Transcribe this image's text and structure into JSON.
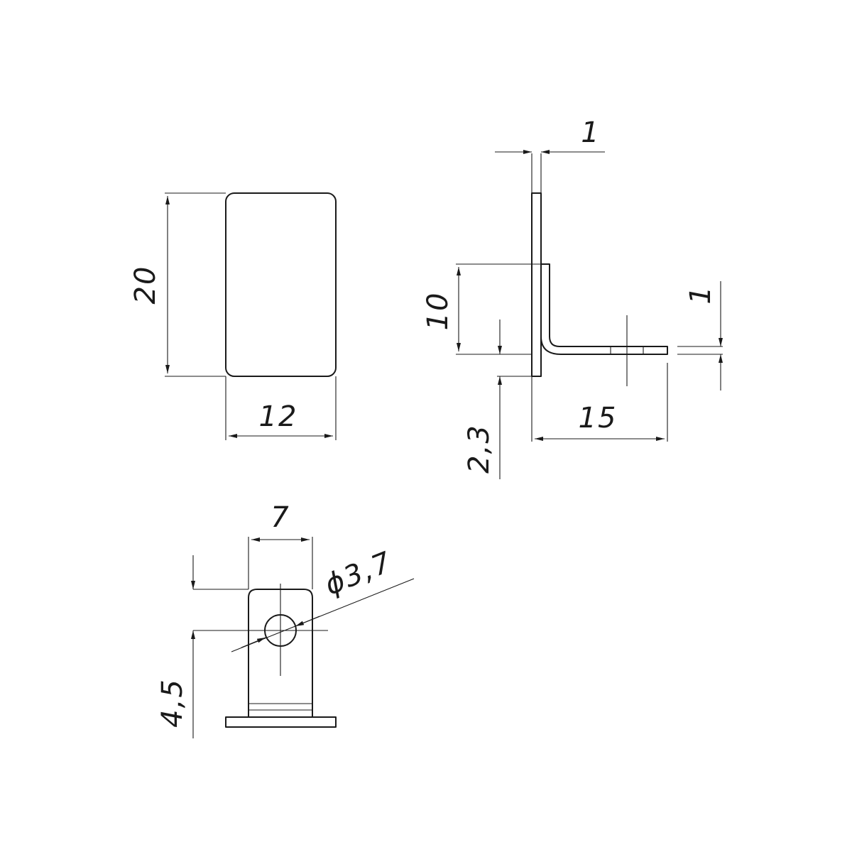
{
  "diagram": {
    "views": {
      "front": {
        "dimensions": {
          "height": "20",
          "width": "12"
        }
      },
      "side": {
        "dimensions": {
          "plate_thickness": "1",
          "flange_thickness": "1",
          "height": "10",
          "length": "15",
          "offset": "2,3"
        }
      },
      "top": {
        "dimensions": {
          "width": "7",
          "hole_diameter": "ϕ3,7",
          "hole_position": "4,5"
        }
      }
    },
    "colors": {
      "line": "#1a1a1a",
      "background": "#ffffff"
    }
  }
}
